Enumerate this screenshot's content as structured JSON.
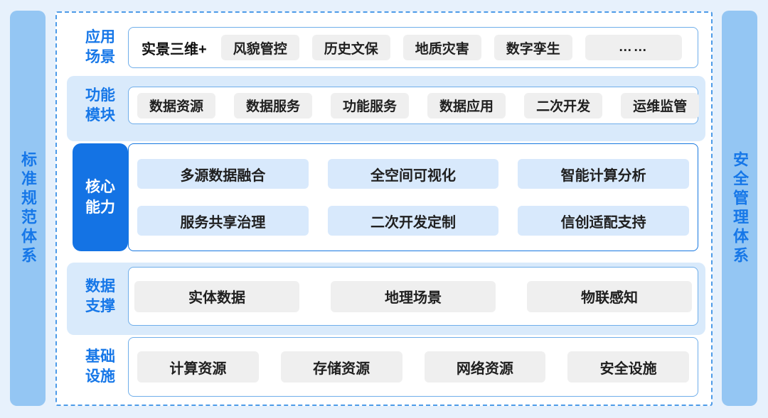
{
  "colors": {
    "page_bg": "#E7F1FC",
    "pillar_bg": "#94C6F3",
    "accent_blue": "#1677E8",
    "core_label_bg": "#1473E4",
    "dashed_border": "#4D9BE8",
    "band_bg": "#D9EAFB",
    "box_border": "#6FAEEA",
    "core_box_border": "#1677E0",
    "core_chip_bg": "#D8E9FC",
    "gray_chip_bg": "#EFEFEF",
    "chip_text": "#1F1F1F"
  },
  "pillars": {
    "left": "标准规范体系",
    "right": "安全管理体系"
  },
  "rows": {
    "scenarios": {
      "label": "应用\n场景",
      "items": [
        "实景三维+",
        "风貌管控",
        "历史文保",
        "地质灾害",
        "数字孪生",
        "……"
      ]
    },
    "modules": {
      "label": "功能\n模块",
      "items": [
        "数据资源",
        "数据服务",
        "功能服务",
        "数据应用",
        "二次开发",
        "运维监管"
      ]
    },
    "core": {
      "label": "核心\n能力",
      "items_row1": [
        "多源数据融合",
        "全空间可视化",
        "智能计算分析"
      ],
      "items_row2": [
        "服务共享治理",
        "二次开发定制",
        "信创适配支持"
      ]
    },
    "data_support": {
      "label": "数据\n支撑",
      "items": [
        "实体数据",
        "地理场景",
        "物联感知"
      ]
    },
    "infrastructure": {
      "label": "基础\n设施",
      "items": [
        "计算资源",
        "存储资源",
        "网络资源",
        "安全设施"
      ]
    }
  }
}
